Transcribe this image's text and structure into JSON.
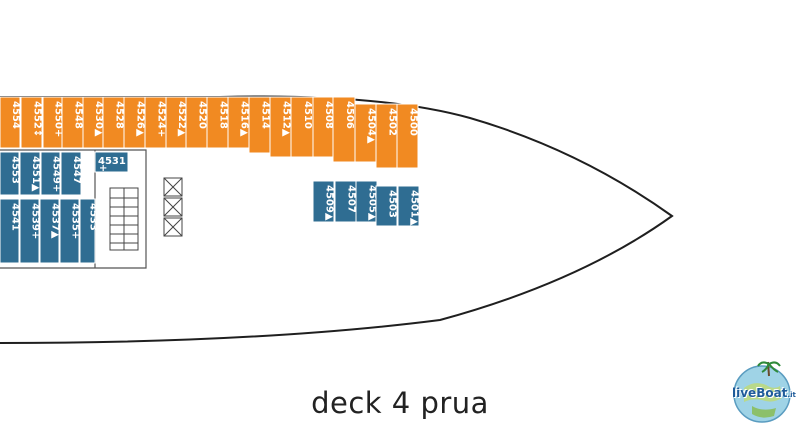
{
  "colors": {
    "orange": "#f18a22",
    "blue": "#2f6d92",
    "hull": "#1f1f1f",
    "text": "#ffffff",
    "outline": "#444444"
  },
  "icons": [
    "stairs-icon",
    "elevator-icon",
    "livebiat-logo-icon"
  ],
  "cabins": {
    "orange_row": [
      {
        "num": "4554",
        "mark": ""
      },
      {
        "num": "4552",
        "mark": "↕"
      },
      {
        "num": "4550",
        "mark": "+"
      },
      {
        "num": "4548",
        "mark": ""
      },
      {
        "num": "4530",
        "mark": "▲"
      },
      {
        "num": "4528",
        "mark": ""
      },
      {
        "num": "4526",
        "mark": "▲"
      },
      {
        "num": "4524",
        "mark": "+"
      },
      {
        "num": "4522",
        "mark": "▲"
      },
      {
        "num": "4520",
        "mark": ""
      },
      {
        "num": "4518",
        "mark": ""
      },
      {
        "num": "4516",
        "mark": "▲"
      },
      {
        "num": "4514",
        "mark": ""
      },
      {
        "num": "4512",
        "mark": "▲"
      },
      {
        "num": "4510",
        "mark": ""
      },
      {
        "num": "4508",
        "mark": ""
      },
      {
        "num": "4506",
        "mark": ""
      },
      {
        "num": "4504",
        "mark": "▲"
      },
      {
        "num": "4502",
        "mark": ""
      },
      {
        "num": "4500",
        "mark": ""
      }
    ],
    "blue_upper": [
      {
        "num": "4553",
        "mark": ""
      },
      {
        "num": "4551",
        "mark": "▲"
      },
      {
        "num": "4549",
        "mark": "+"
      },
      {
        "num": "4547",
        "mark": ""
      }
    ],
    "blue_lower": [
      {
        "num": "4541",
        "mark": ""
      },
      {
        "num": "4539",
        "mark": "+"
      },
      {
        "num": "4537",
        "mark": "▲"
      },
      {
        "num": "4535",
        "mark": "+"
      },
      {
        "num": "4533",
        "mark": ""
      }
    ],
    "blue_single": {
      "num": "4531",
      "mark": "+"
    },
    "blue_right": [
      {
        "num": "4509",
        "mark": "▲"
      },
      {
        "num": "4507",
        "mark": ""
      },
      {
        "num": "4505",
        "mark": "▲"
      },
      {
        "num": "4503",
        "mark": ""
      },
      {
        "num": "4501",
        "mark": "▲"
      }
    ]
  },
  "caption": "deck 4 prua",
  "logo": {
    "word_main": "live",
    "word_brand": "Boat",
    "word_suffix": ".it"
  }
}
